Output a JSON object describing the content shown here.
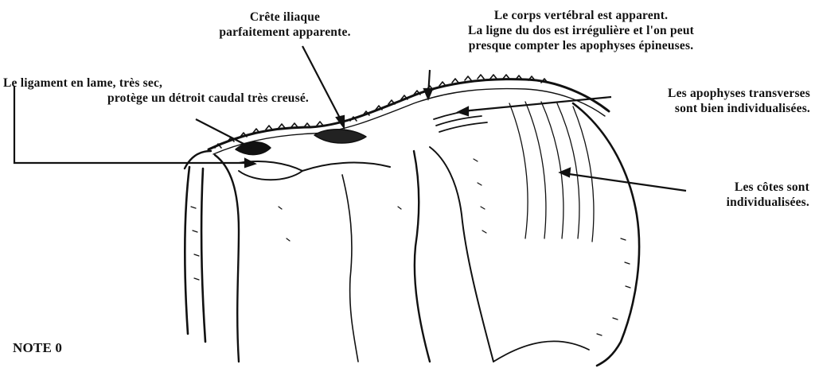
{
  "annotations": {
    "crete": {
      "lines": [
        "Crête iliaque",
        "parfaitement apparente."
      ]
    },
    "corps": {
      "lines": [
        "Le corps vertébral est apparent.",
        "La ligne du dos est irrégulière et l'on peut",
        "presque compter les apophyses épineuses."
      ]
    },
    "ligament": {
      "lines": [
        "Le ligament en lame, très sec,",
        "protège un détroit caudal très creusé."
      ]
    },
    "apophyses": {
      "lines": [
        "Les apophyses transverses",
        "sont bien individualisées."
      ]
    },
    "cotes": {
      "lines": [
        "Les côtes sont",
        "individualisées."
      ]
    }
  },
  "note_label": "NOTE 0"
}
